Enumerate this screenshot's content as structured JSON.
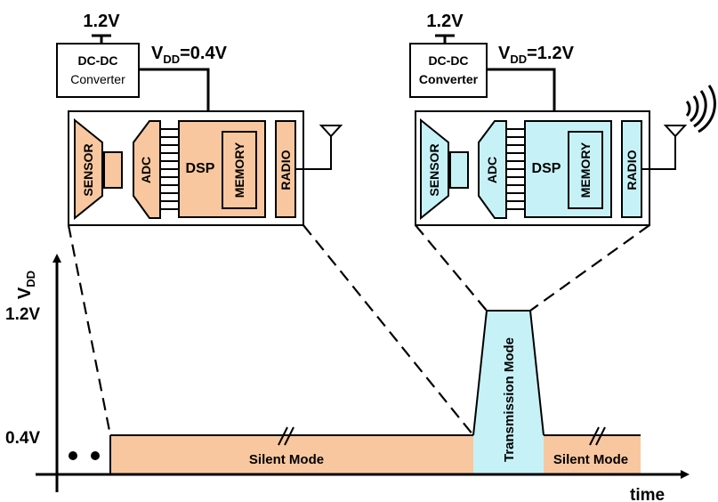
{
  "colors": {
    "silent_fill": "#F9C79F",
    "transmit_fill": "#C6F2F7",
    "stroke": "#000000",
    "background": "#FFFFFF"
  },
  "icons": [
    "antenna-icon",
    "wireless-signal-icon",
    "ground-symbol-icon"
  ],
  "left_system": {
    "supply_voltage": "1.2V",
    "converter_line1": "DC-DC",
    "converter_line2": "Converter",
    "vdd_symbol": "V",
    "vdd_subscript": "DD",
    "vdd_value": "=0.4V",
    "sensor": "SENSOR",
    "adc": "ADC",
    "dsp": "DSP",
    "memory": "MEMORY",
    "radio": "RADIO"
  },
  "right_system": {
    "supply_voltage": "1.2V",
    "converter_line1": "DC-DC",
    "converter_line2": "Converter",
    "vdd_symbol": "V",
    "vdd_subscript": "DD",
    "vdd_value": "=1.2V",
    "sensor": "SENSOR",
    "adc": "ADC",
    "dsp": "DSP",
    "memory": "MEMORY",
    "radio": "RADIO"
  },
  "timing": {
    "y_axis_symbol": "V",
    "y_axis_subscript": "DD",
    "y_tick_high": "1.2V",
    "y_tick_low": "0.4V",
    "x_axis_label": "time",
    "silent_mode_1": "Silent Mode",
    "transmission_mode": "Transmission Mode",
    "silent_mode_2": "Silent Mode"
  }
}
